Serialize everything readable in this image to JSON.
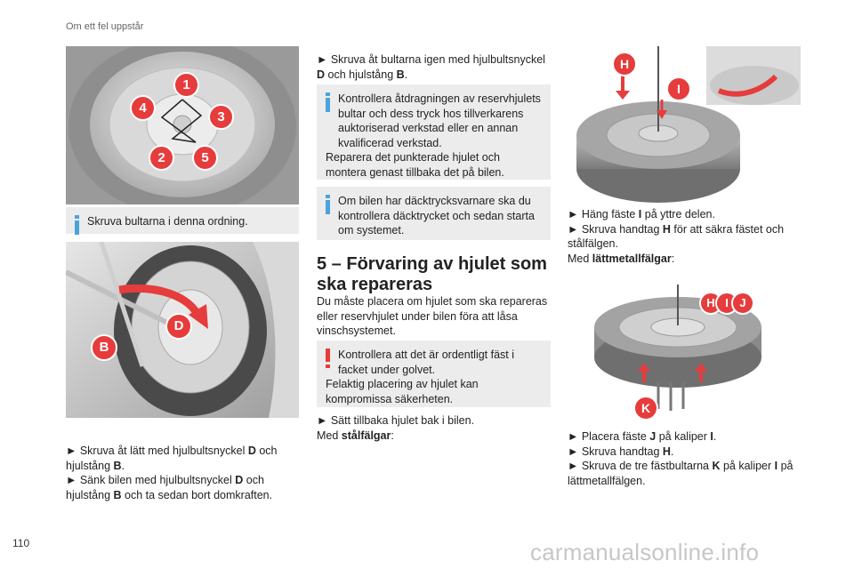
{
  "header": {
    "title": "Om ett fel uppstår"
  },
  "page_number": "110",
  "watermark": "carmanualsonline.info",
  "col1": {
    "figure1_labels": [
      "1",
      "2",
      "3",
      "4",
      "5"
    ],
    "note1": "Skruva bultarna i denna ordning.",
    "figure2_labels": [
      "B",
      "D"
    ],
    "p1_prefix": "► Skruva åt lätt med hjulbultsnyckel ",
    "p1_k1": "D",
    "p1_mid": " och hjulstång ",
    "p1_k2": "B",
    "p1_end": ".",
    "p2_prefix": "► Sänk bilen med hjulbultsnyckel ",
    "p2_k1": "D",
    "p2_mid": " och hjulstång ",
    "p2_k2": "B",
    "p2_end": " och ta sedan bort domkraften."
  },
  "col2": {
    "p1_prefix": "► Skruva åt bultarna igen med hjulbultsnyckel ",
    "p1_k1": "D",
    "p1_mid": " och hjulstång ",
    "p1_k2": "B",
    "p1_end": ".",
    "note1_line1": "Kontrollera åtdragningen av reservhjulets bultar och dess tryck hos tillverkarens auktoriserad verkstad eller en annan kvalificerad verkstad.",
    "note1_line2": "Reparera det punkterade hjulet och montera genast tillbaka det på bilen.",
    "note2": "Om bilen har däcktrycksvarnare ska du kontrollera däcktrycket och sedan starta om systemet.",
    "section_title": "5 – Förvaring av hjulet som ska repareras",
    "p2": "Du måste placera om hjulet som ska repareras eller reservhjulet under bilen föra att låsa vinschsystemet.",
    "note3_line1": "Kontrollera att det är ordentligt fäst i facket under golvet.",
    "note3_line2": "Felaktig placering av hjulet kan kompromissa säkerheten.",
    "p3": "► Sätt tillbaka hjulet bak i bilen.",
    "p4_prefix": "Med ",
    "p4_bold": "stålfälgar",
    "p4_end": ":"
  },
  "col3": {
    "figure3_labels": [
      "H",
      "I"
    ],
    "p1_prefix": "► Häng fäste ",
    "p1_k1": "I",
    "p1_end": " på yttre delen.",
    "p2_prefix": "► Skruva handtag ",
    "p2_k1": "H",
    "p2_end": " för att säkra fästet och stålfälgen.",
    "p3_prefix": "Med ",
    "p3_bold": "lättmetallfälgar",
    "p3_end": ":",
    "figure4_labels": [
      "H",
      "I",
      "J",
      "K"
    ],
    "p4_prefix": "► Placera fäste ",
    "p4_k1": "J",
    "p4_mid": " på kaliper ",
    "p4_k2": "I",
    "p4_end": ".",
    "p5_prefix": "► Skruva handtag ",
    "p5_k1": "H",
    "p5_end": ".",
    "p6_prefix": "► Skruva de tre fästbultarna ",
    "p6_k1": "K",
    "p6_mid": " på kaliper ",
    "p6_k2": "I",
    "p6_end": " på lättmetallfälgen."
  },
  "colors": {
    "label_red": "#e63c3c",
    "note_bg": "#ececec",
    "note_icon_blue": "#4aa3df",
    "warning_red": "#e63c3c"
  }
}
